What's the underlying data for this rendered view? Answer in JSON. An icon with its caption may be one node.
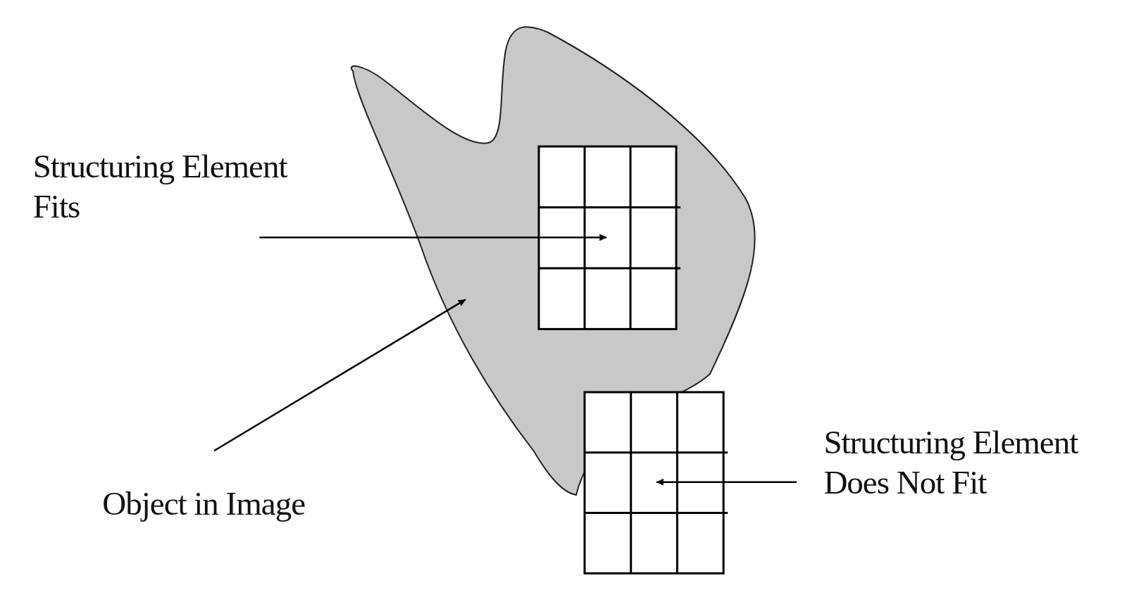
{
  "diagram": {
    "nodes": [
      {
        "text": [
          "Structuring Element Fits"
        ]
      },
      {
        "text": [],
        "shape": "blob"
      },
      {
        "text": [],
        "shape": "grid",
        "in": 1
      },
      {
        "text": [
          "Object in Image"
        ]
      },
      {
        "text": [],
        "shape": "grid"
      },
      {
        "text": [
          "Structuring Element Does Not Fit"
        ]
      }
    ],
    "edges": [
      {
        "from": 0,
        "to": 2,
        "arrow": "to"
      },
      {
        "from": 3,
        "to": 1,
        "arrow": "to"
      },
      {
        "from": 5,
        "to": 4,
        "arrow": "to"
      }
    ]
  }
}
